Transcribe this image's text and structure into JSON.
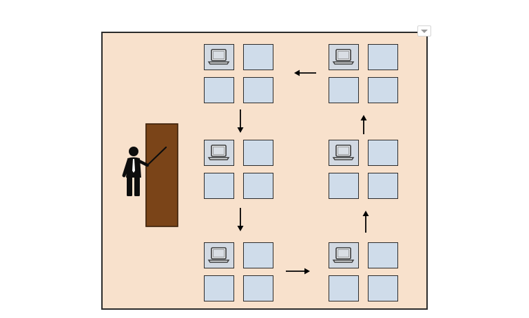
{
  "colors": {
    "room_fill": "#f8e1cc",
    "room_border": "#2a2a2a",
    "desk_fill": "#cfdcea",
    "desk_with_laptop_fill": "#d2d9e2",
    "board_fill": "#7a4418",
    "board_border": "#3a1e08",
    "person": "#0d0d0d",
    "arrow": "#000000"
  },
  "icons": {
    "teacher": "person-with-pointer-icon",
    "laptop": "laptop-icon",
    "dropdown": "chevron-down-icon"
  },
  "groups": [
    {
      "id": "top-middle",
      "laptop": true
    },
    {
      "id": "top-right",
      "laptop": true
    },
    {
      "id": "center-middle",
      "laptop": true
    },
    {
      "id": "center-right",
      "laptop": true
    },
    {
      "id": "bottom-middle",
      "laptop": true
    },
    {
      "id": "bottom-right",
      "laptop": true
    }
  ],
  "rotation_arrows": [
    {
      "from": "top-right",
      "to": "top-middle",
      "direction": "left"
    },
    {
      "from": "top-middle",
      "to": "center-middle",
      "direction": "down"
    },
    {
      "from": "center-middle",
      "to": "bottom-middle",
      "direction": "down"
    },
    {
      "from": "bottom-middle",
      "to": "bottom-right",
      "direction": "right"
    },
    {
      "from": "bottom-right",
      "to": "center-right",
      "direction": "up"
    },
    {
      "from": "center-right",
      "to": "top-right",
      "direction": "up"
    }
  ]
}
